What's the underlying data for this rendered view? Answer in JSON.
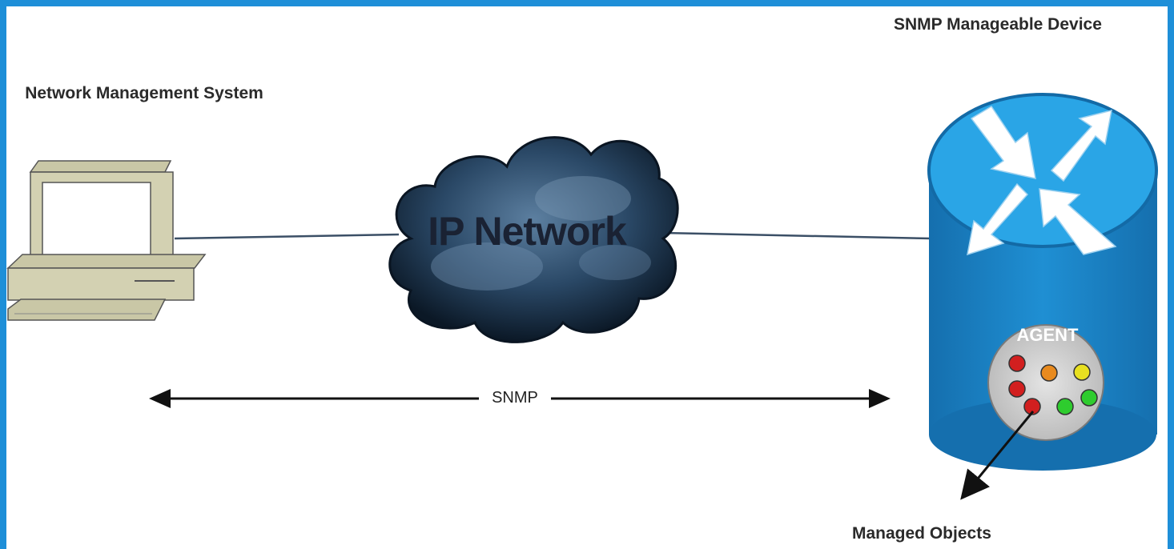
{
  "labels": {
    "nms": "Network Management System",
    "cloud": "IP Network",
    "device": "SNMP Manageable Device",
    "protocol": "SNMP",
    "agent": "AGENT",
    "managed_objects": "Managed Objects"
  },
  "colors": {
    "frame": "#1e8fd8",
    "router_top": "#1f9bdc",
    "router_body": "#1a7fc4",
    "agent_bg": "#d6d6d6",
    "cloud": "#0e2236",
    "managed_object_colors": [
      "#d21f1f",
      "#d21f1f",
      "#d21f1f",
      "#e88a1e",
      "#e8e020",
      "#2ecc2e",
      "#2ecc2e"
    ]
  },
  "icons": [
    "computer-icon",
    "cloud-icon",
    "router-icon"
  ]
}
